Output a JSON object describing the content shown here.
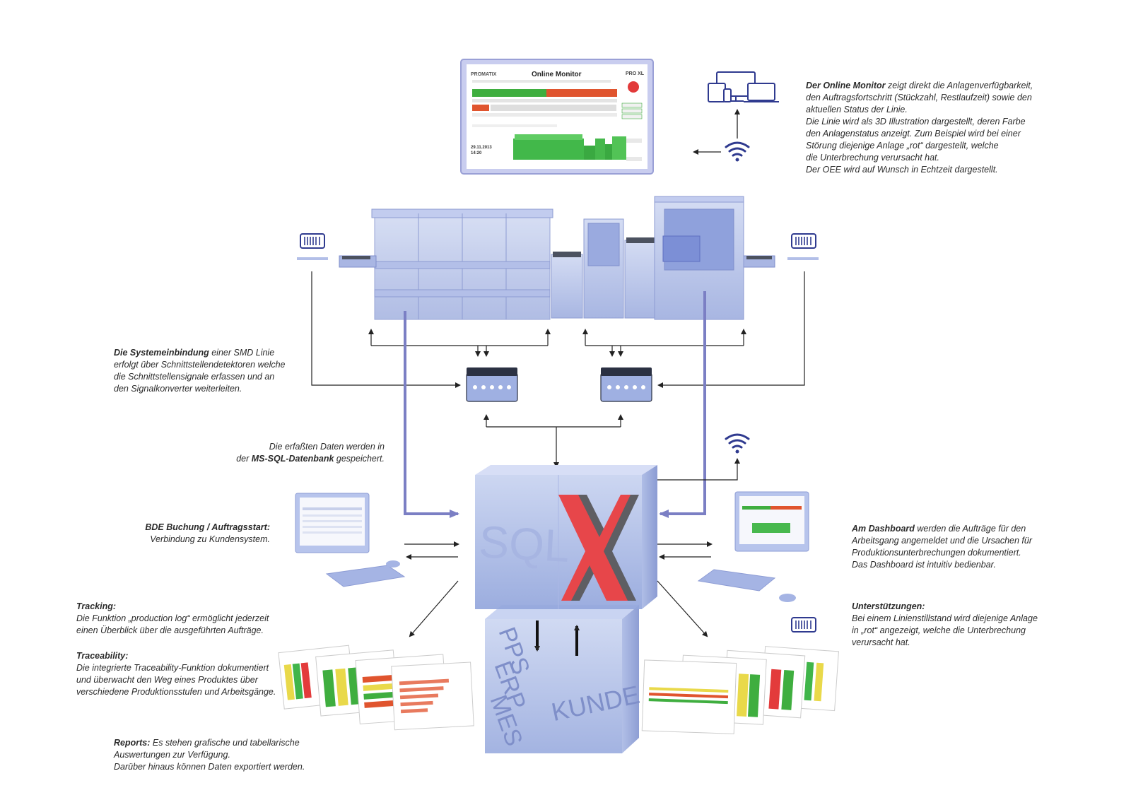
{
  "online_monitor": {
    "brand": "PROMATIX",
    "title": "Online Monitor",
    "logo": "PRO XL",
    "date": "29.11.2013",
    "time": "14:20",
    "icons": [
      "sad-face-icon"
    ],
    "text_strong": "Der Online Monitor",
    "text_rest": " zeigt direkt die Anlagenverfügbarkeit,",
    "lines": [
      "den Auftragsfortschritt (Stückzahl, Restlaufzeit) sowie den",
      "aktuellen Status der Linie.",
      "Die Linie wird als 3D Illustration dargestellt, deren Farbe",
      "den Anlagenstatus anzeigt. Zum Beispiel wird bei einer",
      "Störung diejenige Anlage „rot“ dargestellt, welche",
      "die Unterbrechung verursacht hat.",
      "Der OEE wird auf Wunsch in Echtzeit dargestellt."
    ]
  },
  "system_integration": {
    "strong": "Die Systemeinbindung",
    "rest": " einer SMD Linie",
    "lines": [
      "erfolgt über Schnittstellendetektoren welche",
      "die Schnittstellensignale erfassen und an",
      "den Signalkonverter weiterleiten."
    ]
  },
  "database": {
    "line1": "Die erfaßten Daten werden in",
    "pre": "der ",
    "strong": "MS-SQL-Datenbank",
    "post": " gespeichert."
  },
  "bde": {
    "strong": "BDE Buchung / Auftragsstart:",
    "line": "Verbindung zu Kundensystem."
  },
  "dashboard": {
    "strong": "Am Dashboard",
    "rest": " werden die Aufträge für den",
    "lines": [
      "Arbeitsgang angemeldet und die Ursachen für",
      "Produktionsunterbrechungen dokumentiert.",
      "Das Dashboard ist intuitiv bedienbar."
    ]
  },
  "tracking": {
    "strong": "Tracking:",
    "lines": [
      "Die Funktion „production log“ ermöglicht jederzeit",
      "einen Überblick über die ausgeführten Aufträge."
    ]
  },
  "traceability": {
    "strong": "Traceability:",
    "lines": [
      "Die integrierte Traceability-Funktion dokumentiert",
      "und überwacht den Weg eines Produktes über",
      "verschiedene Produktionsstufen und Arbeitsgänge."
    ]
  },
  "support": {
    "strong": "Unterstützungen:",
    "lines": [
      "Bei einem Linienstillstand wird diejenige Anlage",
      "in „rot“ angezeigt, welche die Unterbrechung",
      "verursacht hat."
    ]
  },
  "reports": {
    "strong": "Reports:",
    "rest": " Es stehen grafische und tabellarische",
    "lines": [
      "Auswertungen zur Verfügung.",
      "Darüber hinaus können Daten exportiert werden."
    ]
  },
  "cube": {
    "top_left": "SQL",
    "top_right": "X",
    "bottom_left": [
      "PPS",
      "ERP",
      "MES"
    ],
    "bottom_right": "KUNDE"
  },
  "colors": {
    "accent_blue": "#7b7fc4",
    "cube_blue": "#b9c6ea",
    "red": "#e23a3a",
    "green": "#3fae3f",
    "text": "#2a2a2a"
  }
}
